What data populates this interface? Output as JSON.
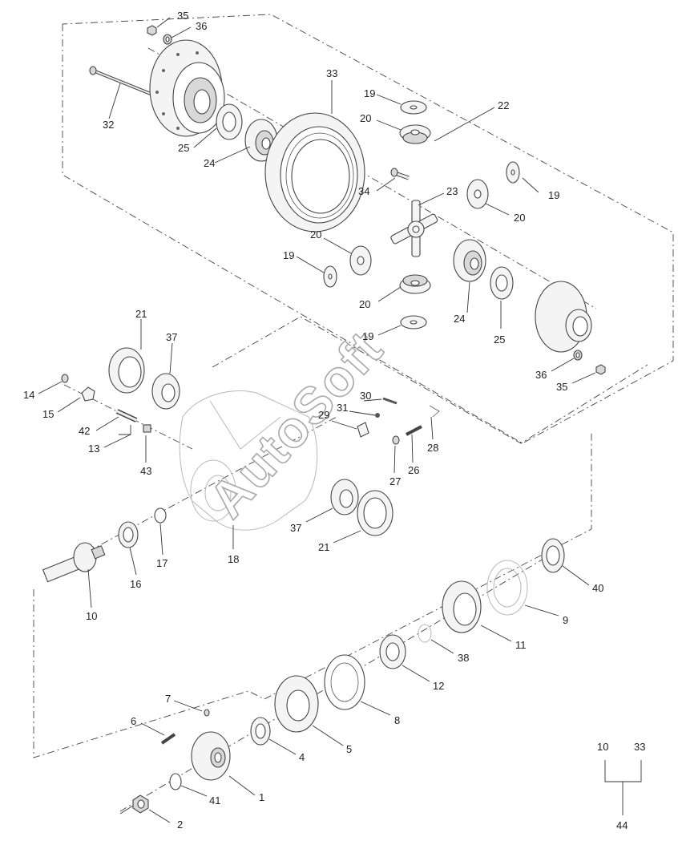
{
  "watermark": "AutoSoft",
  "callouts": {
    "c35a": "35",
    "c36a": "36",
    "c32": "32",
    "c25a": "25",
    "c24a": "24",
    "c33": "33",
    "c19a": "19",
    "c20a": "20",
    "c22": "22",
    "c34": "34",
    "c23": "23",
    "c19b": "19",
    "c20b": "20",
    "c20c": "20",
    "c19c": "19",
    "c20d": "20",
    "c24b": "24",
    "c25b": "25",
    "c19d": "19",
    "c36b": "36",
    "c35b": "35",
    "c21a": "21",
    "c37a": "37",
    "c14": "14",
    "c15": "15",
    "c42": "42",
    "c13": "13",
    "c43": "43",
    "c30": "30",
    "c31": "31",
    "c29": "29",
    "c28": "28",
    "c27": "27",
    "c26": "26",
    "c37b": "37",
    "c21b": "21",
    "c18": "18",
    "c17": "17",
    "c16": "16",
    "c10": "10",
    "c40": "40",
    "c9": "9",
    "c11": "11",
    "c38": "38",
    "c12": "12",
    "c8": "8",
    "c7": "7",
    "c6": "6",
    "c5": "5",
    "c4": "4",
    "c1": "1",
    "c41": "41",
    "c2": "2"
  },
  "assembly_note": {
    "top_left": "10",
    "top_right": "33",
    "bottom": "44"
  }
}
